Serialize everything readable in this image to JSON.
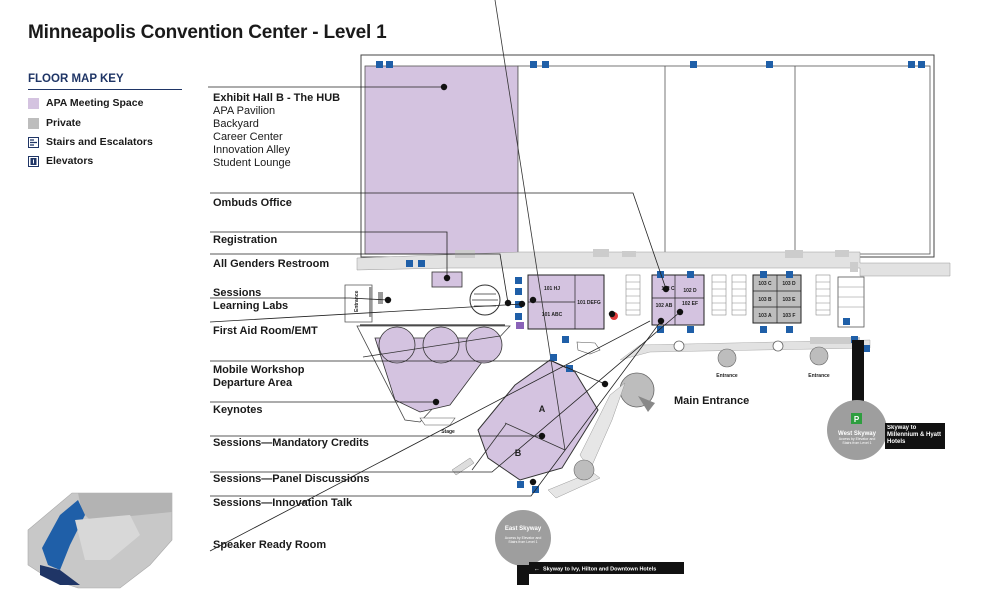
{
  "title": "Minneapolis Convention Center - Level 1",
  "key": {
    "title": "FLOOR MAP KEY",
    "items": [
      {
        "label": "APA Meeting Space",
        "color": "#d4c3e0"
      },
      {
        "label": "Private",
        "color": "#bdbdbd"
      },
      {
        "label": "Stairs and Escalators",
        "icon": "stairs-icon"
      },
      {
        "label": "Elevators",
        "icon": "elevator-icon"
      }
    ]
  },
  "labels": {
    "hub": "Exhibit Hall B - The HUB",
    "hub_items": [
      "APA Pavilion",
      "Backyard",
      "Career Center",
      "Innovation Alley",
      "Student Lounge"
    ],
    "ombuds": "Ombuds Office",
    "registration": "Registration",
    "restroom": "All Genders Restroom",
    "sessions_learning": [
      "Sessions",
      "Learning Labs"
    ],
    "first_aid": "First Aid Room/EMT",
    "mobile_workshop": [
      "Mobile Workshop",
      "Departure Area"
    ],
    "keynotes": "Keynotes",
    "mandatory": "Sessions—Mandatory Credits",
    "panel": "Sessions—Panel Discussions",
    "innovation_talk": "Sessions—Innovation Talk",
    "speaker": "Speaker Ready Room",
    "main_entrance": "Main Entrance"
  },
  "rooms": {
    "r101_hj": "101 HJ",
    "r101_defg": "101 DEFG",
    "r101_abc": "101 ABC",
    "r102_c": "102 C",
    "r102_d": "102 D",
    "r102_ab": "102 AB",
    "r102_ef": "102 EF",
    "r103_c": "103 C",
    "r103_d": "103 D",
    "r103_b": "103 B",
    "r103_e": "103 E",
    "r103_a": "103 A",
    "r103_f": "103 F",
    "hall_a": "A",
    "hall_b": "B",
    "stage": "Stage",
    "entrance_side": "Entrance",
    "entrance_1": "Entrance",
    "entrance_2": "Entrance"
  },
  "skyways": {
    "west_title": "West Skyway",
    "west_note": "Access by Elevator and Stairs from Level 1",
    "west_dest": "Skyway to Millennium & Hyatt Hotels",
    "parking": "P",
    "east_title": "East Skyway",
    "east_note": "Access by Elevator and Stairs from Level 1",
    "east_dest": "Skyway to Ivy, Hilton and Downtown  Hotels"
  },
  "colors": {
    "meeting": "#d4c3e0",
    "private": "#bdbdbd",
    "blue": "#1f5fa8",
    "navy": "#1f3566"
  }
}
